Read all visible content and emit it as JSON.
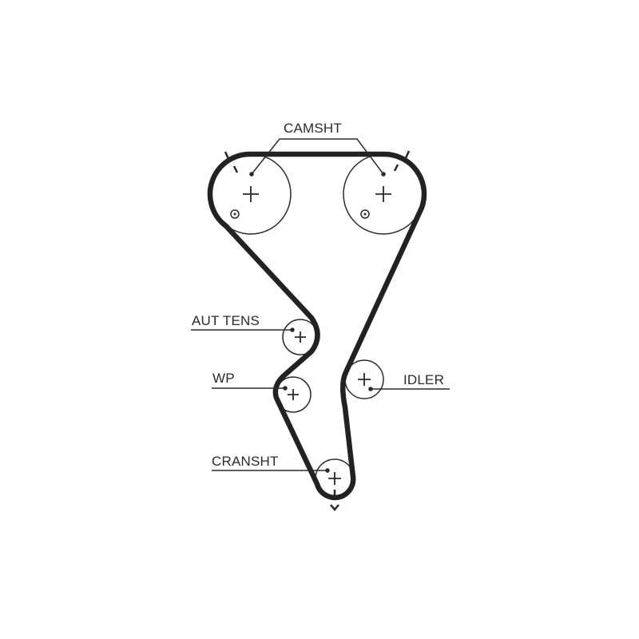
{
  "labels": {
    "camshaft": "CAMSHT",
    "auto_tensioner": "AUT TENS",
    "water_pump": "WP",
    "idler": "IDLER",
    "crankshaft": "CRANSHT"
  },
  "colors": {
    "belt": "#222222",
    "outline": "#2a2a2a",
    "background": "#ffffff"
  }
}
